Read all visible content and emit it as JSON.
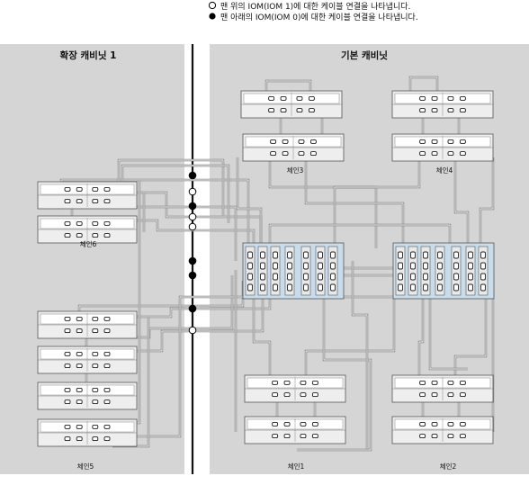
{
  "legend": {
    "open": "맨 위의 IOM(IOM 1)에 대한 케이블 연결을 나타냅니다.",
    "filled": "맨 아래의 IOM(IOM 0)에 대한 케이블 연결을 나타냅니다."
  },
  "panels": {
    "expansion": "확장 캐비닛 1",
    "base": "기본 캐비닛"
  },
  "chains": {
    "c1": "체인1",
    "c2": "체인2",
    "c3": "체인3",
    "c4": "체인4",
    "c5": "체인5",
    "c6": "체인6"
  }
}
